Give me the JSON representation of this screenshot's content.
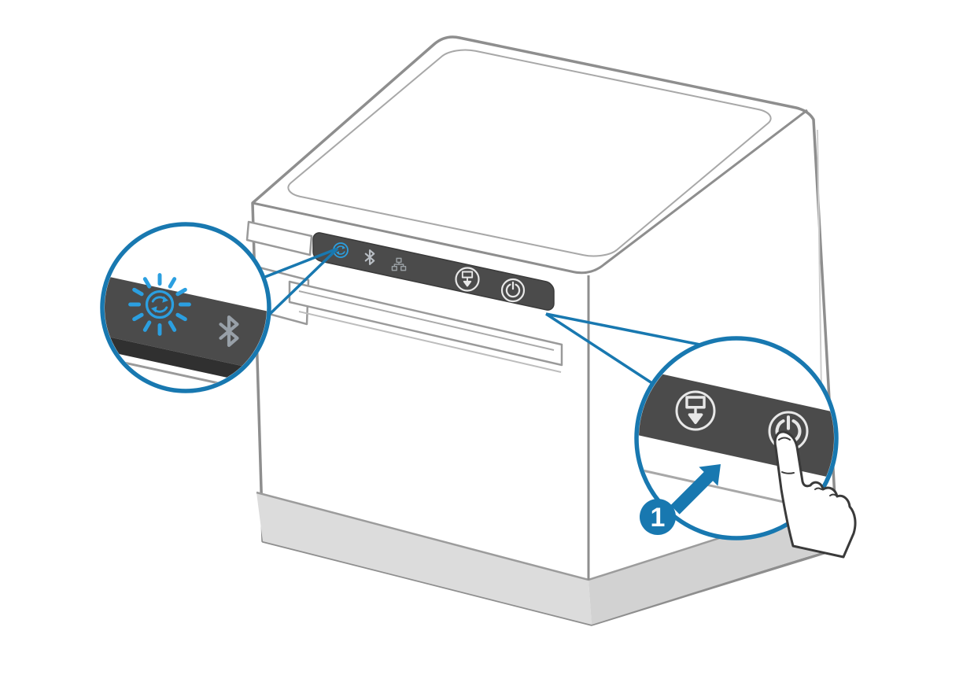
{
  "figure": {
    "name": "Receipt printer power-on instruction diagram",
    "colors": {
      "accent": "#1878B0",
      "led": "#2B9FE0",
      "panel": "#4B4B4B",
      "outline": "#8E8E8E",
      "base": "#DCDCDC",
      "button_icon": "#E8E8E8",
      "bt_icon": "#98A0A8"
    },
    "printer": {
      "panel_icons": [
        {
          "name": "network-led-icon",
          "glyph": "circular-arrows",
          "state": "blue"
        },
        {
          "name": "bluetooth-icon",
          "glyph": "bluetooth-rune",
          "state": "off"
        },
        {
          "name": "lan-status-icon",
          "glyph": "network-nodes",
          "state": "off"
        }
      ],
      "buttons": [
        {
          "name": "feed-button",
          "glyph": "paper-feed-down-arrow"
        },
        {
          "name": "power-button",
          "glyph": "power-symbol"
        }
      ]
    },
    "callouts": {
      "left": {
        "content": "zoom of status panel: network LED blinking blue, bluetooth icon"
      },
      "right": {
        "content": "zoom of feed and power buttons with finger pressing power button",
        "step_badge": "1"
      }
    }
  }
}
